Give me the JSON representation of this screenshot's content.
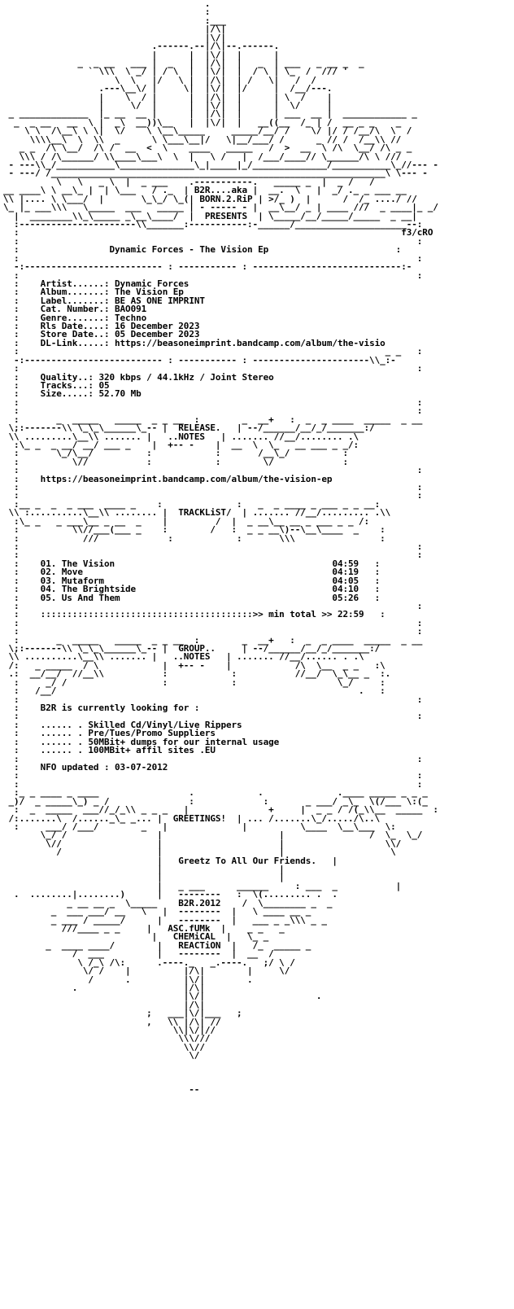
{
  "header": {
    "group_aka": "B2R....aka",
    "group_name": "BORN.2.RiP",
    "presents": "PRESENTS",
    "signature": "f3/cRO"
  },
  "release_title": "Dynamic Forces - The Vision Ep",
  "info": [
    {
      "label": "Artist......:",
      "value": "Dynamic Forces"
    },
    {
      "label": "Album.......:",
      "value": "The Vision Ep"
    },
    {
      "label": "Label.......:",
      "value": "BE AS ONE IMPRINT"
    },
    {
      "label": "Cat. Number.:",
      "value": "BAO091"
    },
    {
      "label": "Genre.......:",
      "value": "Techno"
    },
    {
      "label": "Rls Date....:",
      "value": "16 December 2023"
    },
    {
      "label": "Store Date..:",
      "value": "05 December 2023"
    },
    {
      "label": "DL-Link.....:",
      "value": "https://beasoneimprint.bandcamp.com/album/the-visio"
    }
  ],
  "quality": [
    {
      "label": "Quality..:",
      "value": "320 kbps / 44.1kHz / Joint Stereo"
    },
    {
      "label": "Tracks...:",
      "value": "05"
    },
    {
      "label": "Size.....:",
      "value": "52.70 Mb"
    }
  ],
  "release_notes": {
    "heading_1": "RELEASE.",
    "heading_2": "..NOTES",
    "url": "https://beasoneimprint.bandcamp.com/album/the-vision-ep"
  },
  "tracklist": {
    "heading": "TRACKLiST",
    "tracks": [
      {
        "title": "01. The Vision",
        "time": "04:59"
      },
      {
        "title": "02. Move",
        "time": "04:19"
      },
      {
        "title": "03. Mutaform",
        "time": "04:05"
      },
      {
        "title": "04. The Brightside",
        "time": "04:10"
      },
      {
        "title": "05. Us And Them",
        "time": "05:26"
      }
    ],
    "total_label": "::::::::::::::::::::::::::::::::::::::::>> min total >>",
    "total_time": "22:59"
  },
  "group_notes": {
    "heading_1": "GROUP..",
    "heading_2": "..NOTES",
    "looking_for": "B2R is currently looking for :",
    "items": [
      "...... . Skilled Cd/Vinyl/Live Rippers",
      "...... . Pre/Tues/Promo Suppliers",
      "...... . 50MBit+ dumps for our internal usage",
      "...... . 100MBit+ affil sites .EU"
    ],
    "updated": "NFO updated : 03-07-2012"
  },
  "greetings": {
    "heading": "GREETINGS!",
    "message": "Greetz To All Our Friends."
  },
  "footer": {
    "year": "B2R.2012",
    "line1": "ASC.fUMk",
    "line2": "CHEMiCAL",
    "line3": "REACTiON"
  }
}
